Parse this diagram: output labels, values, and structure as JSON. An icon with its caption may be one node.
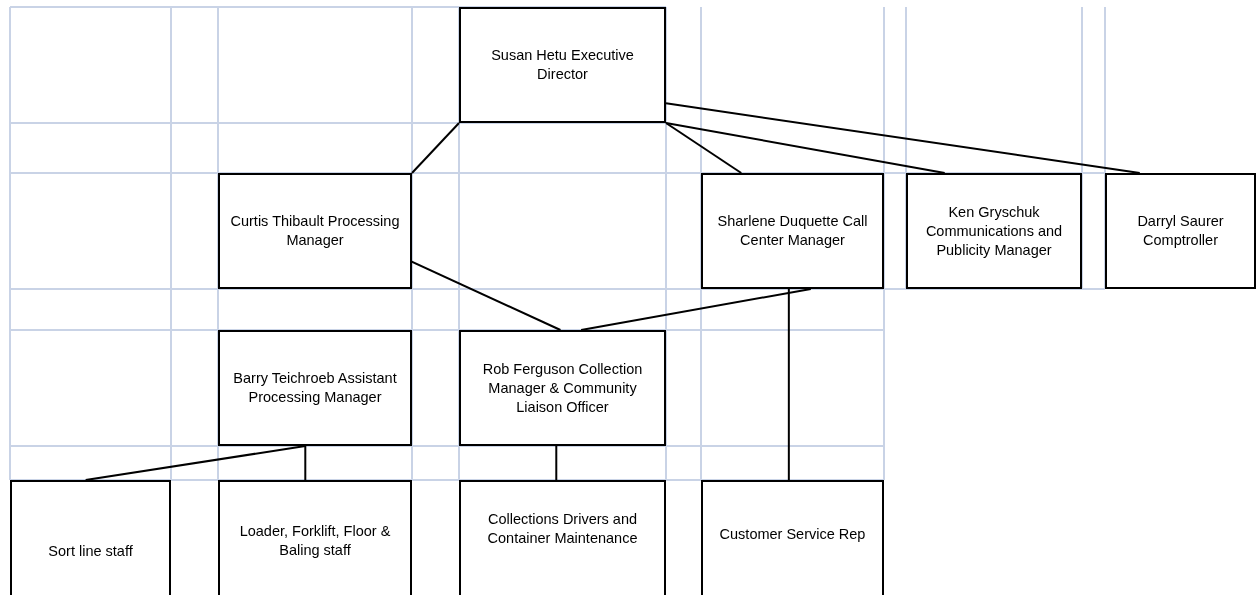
{
  "diagram": {
    "nodes": [
      {
        "text": [
          "Susan Hetu Executive Director"
        ]
      },
      {
        "text": [
          "Curtis Thibault Processing Manager"
        ]
      },
      {
        "text": [
          "Sharlene Duquette Call Center Manager"
        ]
      },
      {
        "text": [
          "Ken Gryschuk Communications and Publicity Manager"
        ]
      },
      {
        "text": [
          "Darryl Saurer Comptroller"
        ]
      },
      {
        "text": [
          "Barry Teichroeb Assistant Processing Manager"
        ]
      },
      {
        "text": [
          "Rob Ferguson Collection Manager & Community Liaison Officer"
        ]
      },
      {
        "text": [
          "Sort line staff"
        ]
      },
      {
        "text": [
          "Loader, Forklift, Floor & Baling staff"
        ]
      },
      {
        "text": [
          "Collections Drivers and Container Maintenance"
        ]
      },
      {
        "text": [
          "Customer Service Rep"
        ]
      }
    ],
    "edges": [
      {
        "from": 0,
        "to": 1,
        "arrow": "none"
      },
      {
        "from": 0,
        "to": 2,
        "arrow": "none"
      },
      {
        "from": 0,
        "to": 3,
        "arrow": "none"
      },
      {
        "from": 0,
        "to": 4,
        "arrow": "none"
      },
      {
        "from": 1,
        "to": 6,
        "arrow": "none"
      },
      {
        "from": 2,
        "to": 6,
        "arrow": "none"
      },
      {
        "from": 2,
        "to": 10,
        "arrow": "none"
      },
      {
        "from": 5,
        "to": 7,
        "arrow": "none"
      },
      {
        "from": 5,
        "to": 8,
        "arrow": "none"
      },
      {
        "from": 6,
        "to": 9,
        "arrow": "none"
      }
    ]
  }
}
